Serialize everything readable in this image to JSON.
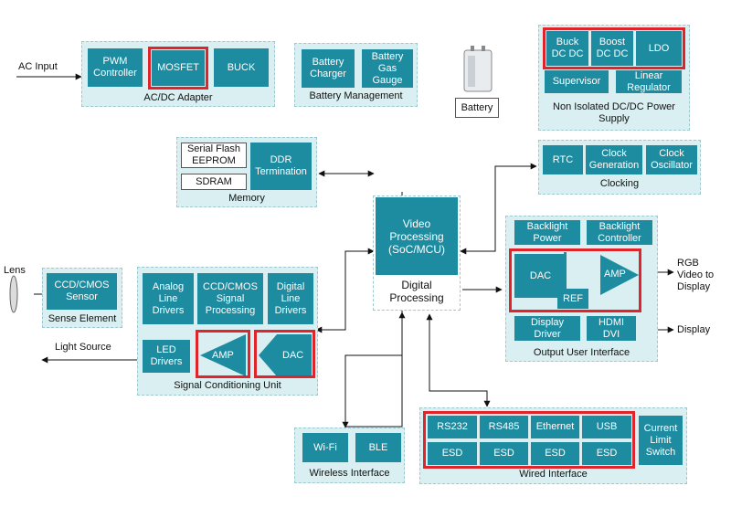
{
  "inputs": {
    "ac_input": "AC Input",
    "lens": "Lens",
    "light_source": "Light Source"
  },
  "ac_dc": {
    "pwm": "PWM\nController",
    "mosfet": "MOSFET",
    "buck": "BUCK",
    "caption": "AC/DC Adapter"
  },
  "battery_mgmt": {
    "charger": "Battery\nCharger",
    "gauge": "Battery\nGas\nGauge",
    "caption": "Battery Management"
  },
  "battery": {
    "label": "Battery"
  },
  "power": {
    "buck_dcdc": "Buck\nDC DC",
    "boost_dcdc": "Boost\nDC DC",
    "ldo": "LDO",
    "supervisor": "Supervisor",
    "linear": "Linear\nRegulator",
    "caption": "Non Isolated DC/DC Power\nSupply"
  },
  "memory": {
    "serial_flash": "Serial Flash\nEEPROM",
    "sdram": "SDRAM",
    "ddr": "DDR\nTermination",
    "caption": "Memory"
  },
  "clocking": {
    "rtc": "RTC",
    "clock_gen": "Clock\nGeneration",
    "clock_osc": "Clock\nOscillator",
    "caption": "Clocking"
  },
  "digital": {
    "video": "Video\nProcessing\n(SoC/MCU)",
    "caption": "Digital\nProcessing"
  },
  "output": {
    "backlight_power": "Backlight\nPower",
    "backlight_ctrl": "Backlight\nController",
    "dac": "DAC",
    "amp": "AMP",
    "ref": "REF",
    "display_driver": "Display\nDriver",
    "hdmi": "HDMI\nDVI",
    "caption": "Output User Interface",
    "rgb": "RGB\nVideo to\nDisplay",
    "display": "Display"
  },
  "sense": {
    "sensor": "CCD/CMOS\nSensor",
    "caption": "Sense Element"
  },
  "signal": {
    "analog": "Analog\nLine\nDrivers",
    "ccd_proc": "CCD/CMOS\nSignal\nProcessing",
    "digital_line": "Digital\nLine\nDrivers",
    "led": "LED\nDrivers",
    "amp": "AMP",
    "dac": "DAC",
    "caption": "Signal Conditioning Unit"
  },
  "wireless": {
    "wifi": "Wi-Fi",
    "ble": "BLE",
    "caption": "Wireless Interface"
  },
  "wired": {
    "rs232": "RS232",
    "rs485": "RS485",
    "ethernet": "Ethernet",
    "usb": "USB",
    "esd": "ESD",
    "current_limit": "Current\nLimit\nSwitch",
    "caption": "Wired Interface"
  },
  "colors": {
    "block": "#1d8ba0",
    "group": "#d9eff1",
    "highlight": "#e0242b"
  }
}
